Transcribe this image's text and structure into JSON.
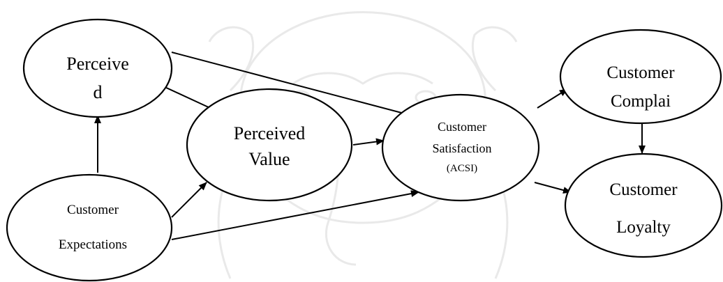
{
  "diagram": {
    "nodes": {
      "perceived_quality": {
        "lines": [
          "Perceive",
          "d"
        ]
      },
      "customer_expectations": {
        "lines": [
          "Customer",
          "Expectations"
        ]
      },
      "perceived_value": {
        "lines": [
          "Perceived",
          "Value"
        ]
      },
      "customer_satisfaction": {
        "lines": [
          "Customer",
          "Satisfaction",
          "(ACSI)"
        ]
      },
      "customer_complaints": {
        "lines": [
          "Customer",
          "Complai"
        ]
      },
      "customer_loyalty": {
        "lines": [
          "Customer",
          "Loyalty"
        ]
      }
    }
  },
  "colors": {
    "stroke": "#000000",
    "watermark": "#e9e9e9",
    "background": "#ffffff"
  }
}
